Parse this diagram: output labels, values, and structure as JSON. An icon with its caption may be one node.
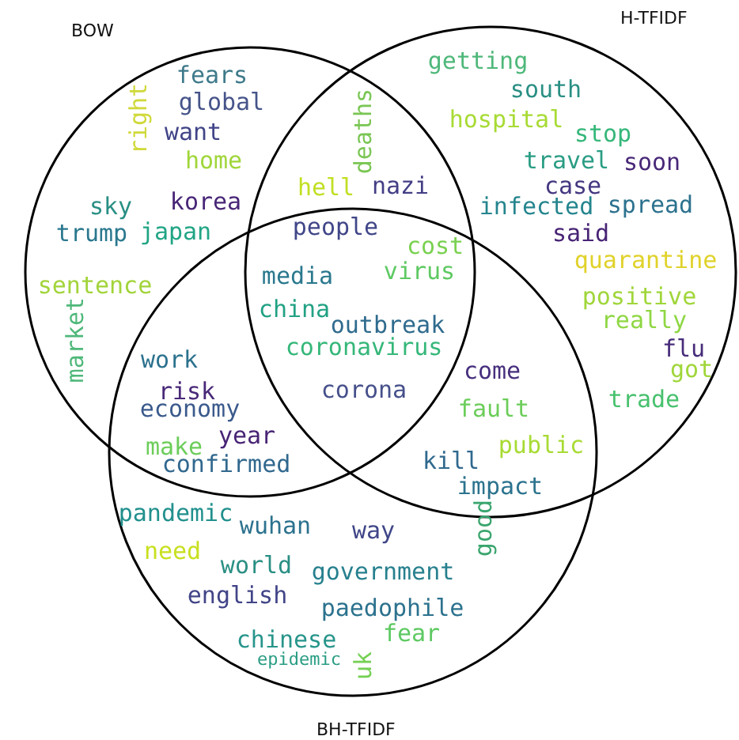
{
  "diagram": {
    "nodes": [
      {
        "text": [
          "BOW"
        ]
      },
      {
        "text": [
          "H-TFIDF"
        ]
      },
      {
        "text": [
          "BH-TFIDF"
        ]
      }
    ],
    "labels": [
      "getting",
      "fears",
      "south",
      "global",
      "right",
      "deaths",
      "hospital",
      "want",
      "stop",
      "home",
      "travel",
      "soon",
      "hell",
      "nazi",
      "case",
      "korea",
      "infected",
      "spread",
      "sky",
      "people",
      "trump",
      "japan",
      "said",
      "cost",
      "quarantine",
      "virus",
      "media",
      "sentence",
      "positive",
      "china",
      "really",
      "outbreak",
      "market",
      "coronavirus",
      "flu",
      "work",
      "got",
      "risk",
      "come",
      "corona",
      "economy",
      "fault",
      "trade",
      "year",
      "make",
      "public",
      "kill",
      "confirmed",
      "impact",
      "pandemic",
      "wuhan",
      "way",
      "good",
      "need",
      "world",
      "government",
      "english",
      "paedophile",
      "fear",
      "chinese",
      "epidemic",
      "uk"
    ]
  }
}
